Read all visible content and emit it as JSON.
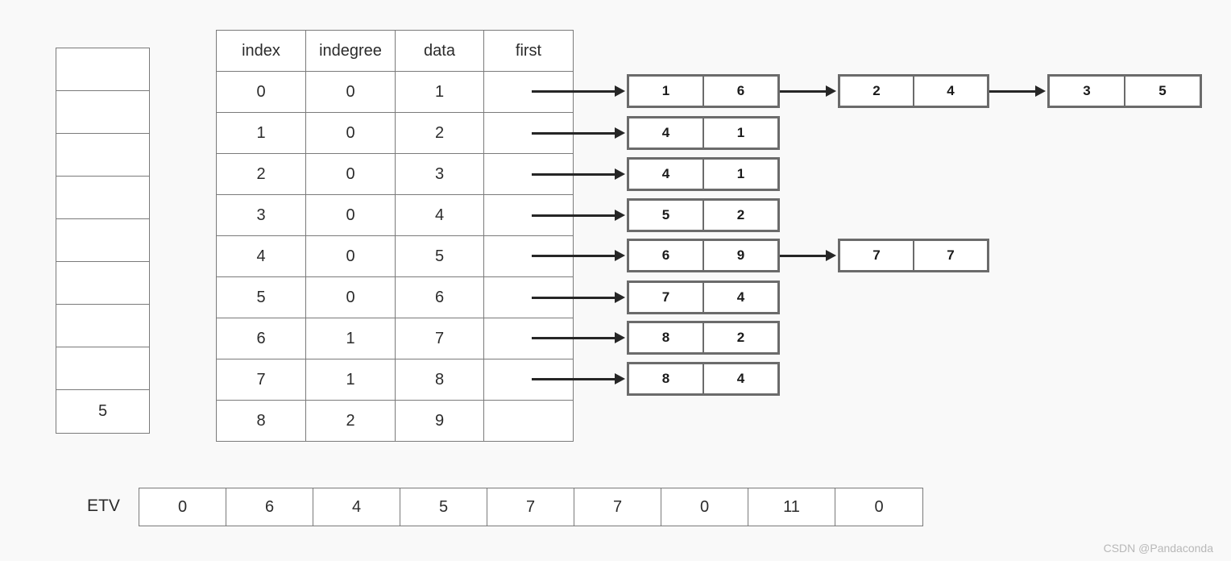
{
  "diagram": {
    "title": "Topological sort adjacency list with ETV array",
    "background_color": "#f9f9f9",
    "border_color": "#7a7a7a",
    "node_border_color": "#6b6b6b",
    "arrow_color": "#262626"
  },
  "stack": {
    "name": "stack",
    "cells": [
      "",
      "",
      "",
      "",
      "",
      "",
      "",
      "",
      "5"
    ]
  },
  "table": {
    "headers": [
      "index",
      "indegree",
      "data",
      "first"
    ],
    "rows": [
      {
        "index": "0",
        "indegree": "0",
        "data": "1",
        "first": ""
      },
      {
        "index": "1",
        "indegree": "0",
        "data": "2",
        "first": ""
      },
      {
        "index": "2",
        "indegree": "0",
        "data": "3",
        "first": ""
      },
      {
        "index": "3",
        "indegree": "0",
        "data": "4",
        "first": ""
      },
      {
        "index": "4",
        "indegree": "0",
        "data": "5",
        "first": ""
      },
      {
        "index": "5",
        "indegree": "0",
        "data": "6",
        "first": ""
      },
      {
        "index": "6",
        "indegree": "1",
        "data": "7",
        "first": ""
      },
      {
        "index": "7",
        "indegree": "1",
        "data": "8",
        "first": ""
      },
      {
        "index": "8",
        "indegree": "2",
        "data": "9",
        "first": ""
      }
    ]
  },
  "adjacency_lists": [
    {
      "row": 0,
      "nodes": [
        {
          "adjvex": "1",
          "weight": "6"
        },
        {
          "adjvex": "2",
          "weight": "4"
        },
        {
          "adjvex": "3",
          "weight": "5"
        }
      ]
    },
    {
      "row": 1,
      "nodes": [
        {
          "adjvex": "4",
          "weight": "1"
        }
      ]
    },
    {
      "row": 2,
      "nodes": [
        {
          "adjvex": "4",
          "weight": "1"
        }
      ]
    },
    {
      "row": 3,
      "nodes": [
        {
          "adjvex": "5",
          "weight": "2"
        }
      ]
    },
    {
      "row": 4,
      "nodes": [
        {
          "adjvex": "6",
          "weight": "9"
        },
        {
          "adjvex": "7",
          "weight": "7"
        }
      ]
    },
    {
      "row": 5,
      "nodes": [
        {
          "adjvex": "7",
          "weight": "4"
        }
      ]
    },
    {
      "row": 6,
      "nodes": [
        {
          "adjvex": "8",
          "weight": "2"
        }
      ]
    },
    {
      "row": 7,
      "nodes": [
        {
          "adjvex": "8",
          "weight": "4"
        }
      ]
    }
  ],
  "etv": {
    "label": "ETV",
    "values": [
      "0",
      "6",
      "4",
      "5",
      "7",
      "7",
      "0",
      "11",
      "0"
    ]
  },
  "watermark": {
    "text": "CSDN @Pandaconda"
  }
}
